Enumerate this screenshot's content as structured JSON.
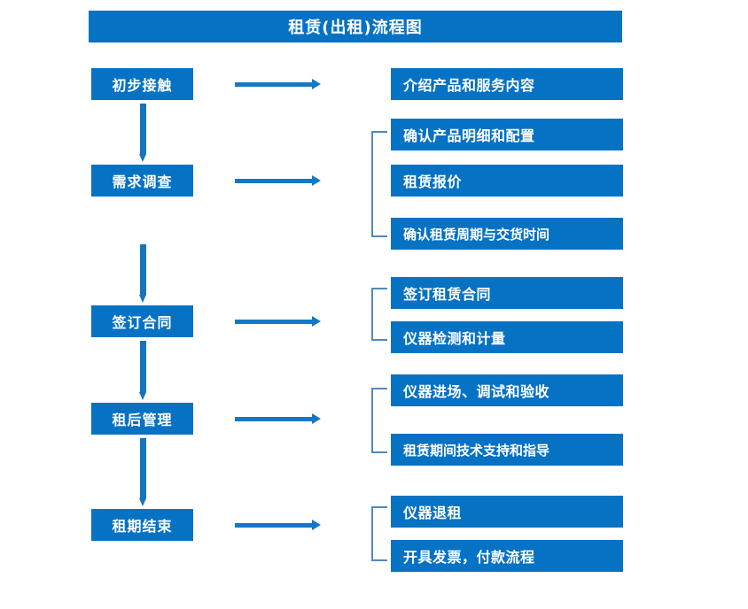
{
  "title": "租赁(出租)流程图",
  "colors": {
    "box_blue": "#0672C4",
    "arrow_blue": "#1379C6",
    "bracket_blue": "#4E88C7",
    "text_white": "#FFFFFF",
    "background": "#FFFFFF"
  },
  "stages": [
    {
      "label": "初步接触"
    },
    {
      "label": "需求调查"
    },
    {
      "label": "签订合同"
    },
    {
      "label": "租后管理"
    },
    {
      "label": "租期结束"
    }
  ],
  "details": {
    "group1": [
      {
        "label": "介绍产品和服务内容"
      }
    ],
    "group2": [
      {
        "label": "确认产品明细和配置"
      },
      {
        "label": "租赁报价"
      },
      {
        "label": "确认租赁周期与交货时间"
      }
    ],
    "group3": [
      {
        "label": "签订租赁合同"
      },
      {
        "label": "仪器检测和计量"
      }
    ],
    "group4": [
      {
        "label": "仪器进场、调试和验收"
      },
      {
        "label": "租赁期间技术支持和指导"
      }
    ],
    "group5": [
      {
        "label": "仪器退租"
      },
      {
        "label": "开具发票，付款流程"
      }
    ]
  }
}
